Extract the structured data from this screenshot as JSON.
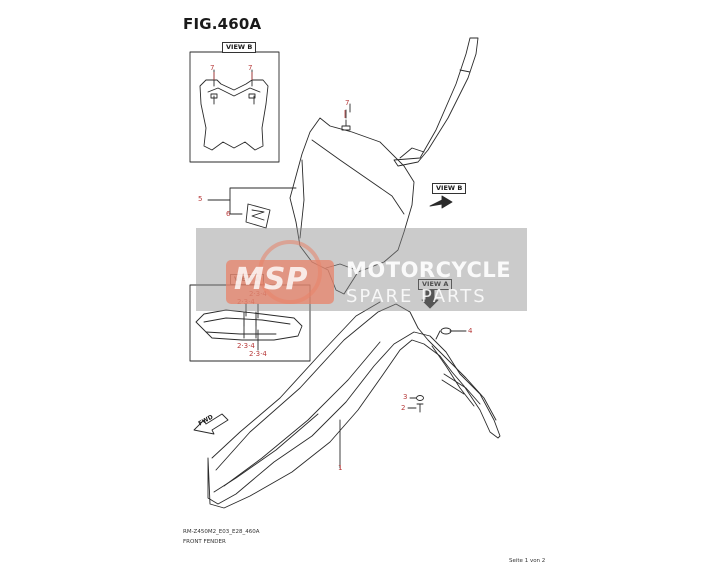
{
  "figure": {
    "title": "FIG.460A",
    "footer_code": "RM-Z450M2_E03_E28_460A",
    "footer_name": "FRONT FENDER",
    "page_indicator": "Seite 1 von 2"
  },
  "views": {
    "view_b": "VIEW B",
    "view_a": "VIEW A"
  },
  "callouts": {
    "c1": "1",
    "c2": "2",
    "c3": "3",
    "c4": "4",
    "c5": "5",
    "c6": "6",
    "c7": "7",
    "cluster": "2·3·4"
  },
  "badges": {
    "fwd": "FWD"
  },
  "watermark": {
    "top": "MOTORCYCLE",
    "bottom": "SPARE PARTS",
    "logo_text": "MSP"
  },
  "colors": {
    "callout": "#b73a3a",
    "line": "#2a2a2a",
    "watermark_band": "#8c8c8c",
    "watermark_logo": "#e8836a"
  }
}
